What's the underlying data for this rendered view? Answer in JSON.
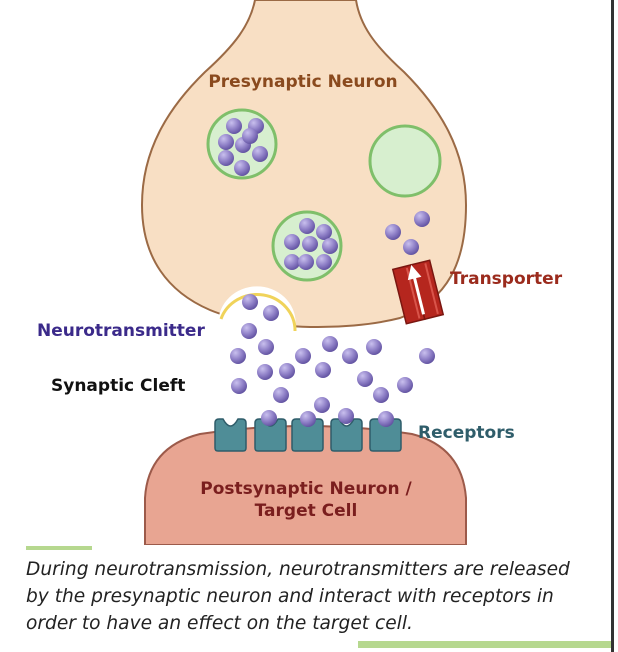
{
  "labels": {
    "presynaptic": "Presynaptic Neuron",
    "transporter": "Transporter",
    "neurotransmitter": "Neurotransmitter",
    "synaptic_cleft": "Synaptic Cleft",
    "receptors": "Receptors",
    "postsynaptic_line1": "Postsynaptic Neuron /",
    "postsynaptic_line2": "Target Cell"
  },
  "caption": "During neurotransmission, neurotransmitters are released by the presynaptic neuron and interact with receptors in order to have an effect on the target cell.",
  "colors": {
    "presynaptic_fill": "#f8dfc4",
    "presynaptic_label": "#8a4a1e",
    "postsynaptic_fill": "#e8a592",
    "postsynaptic_label": "#7a1e1e",
    "vesicle_fill": "#d7efcf",
    "vesicle_stroke": "#7fbf6a",
    "molecule": "#8f80c7",
    "transporter": "#b5261e",
    "transporter_label": "#9b2b1d",
    "neurotransmitter_label": "#3b2a8a",
    "cleft_label": "#111111",
    "receptor": "#4f8d97",
    "receptor_label": "#2f5d6a",
    "accent": "#b6d88f"
  }
}
